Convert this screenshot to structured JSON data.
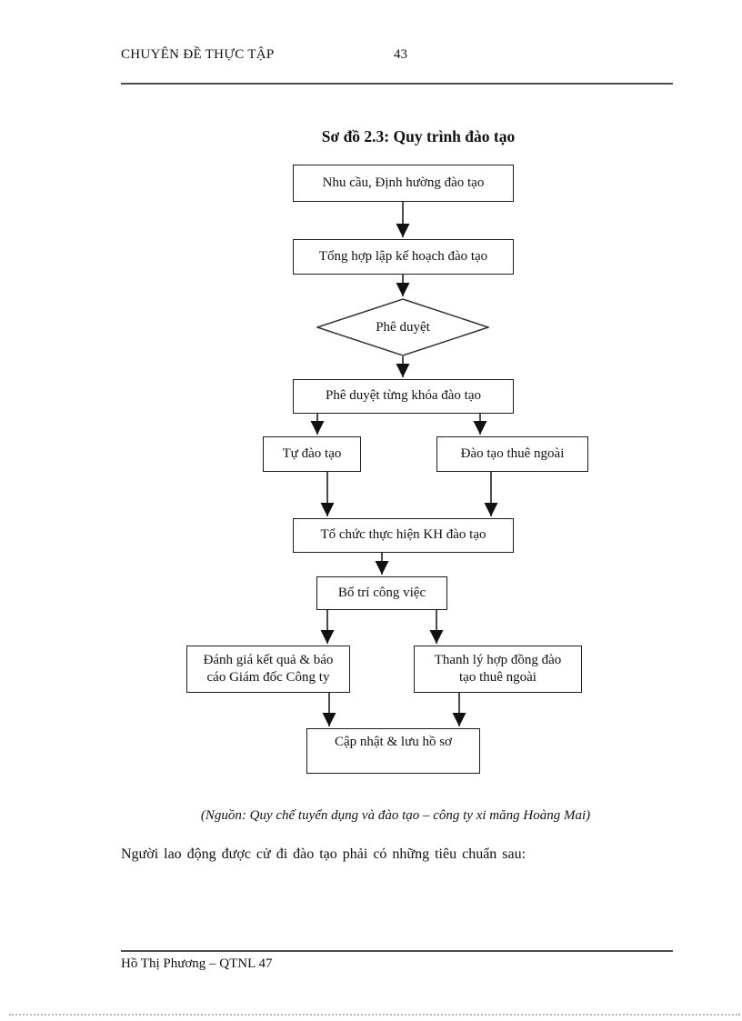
{
  "header": {
    "title": "CHUYÊN ĐỀ THỰC TẬP",
    "page_number": "43"
  },
  "figure_title": "Sơ đồ 2.3: Quy trình đào tạo",
  "flowchart": {
    "type": "flowchart",
    "nodes": [
      {
        "id": "nhu-cau",
        "shape": "process",
        "label": "Nhu cầu, Định hường đào tạo"
      },
      {
        "id": "tong-hop",
        "shape": "process",
        "label": "Tổng hợp lập kế hoạch đào tạo"
      },
      {
        "id": "phe-duyet",
        "shape": "decision",
        "label": "Phê duyệt"
      },
      {
        "id": "phe-duyet-khoa",
        "shape": "process",
        "label": "Phê duyệt từng khóa đào tạo"
      },
      {
        "id": "tu-dao-tao",
        "shape": "process",
        "label": "Tự đào tạo"
      },
      {
        "id": "dao-tao-thue-ngoai",
        "shape": "process",
        "label": "Đào tạo thuê ngoài"
      },
      {
        "id": "to-chuc",
        "shape": "process",
        "label": "Tổ chức thực hiện KH đào tạo"
      },
      {
        "id": "bo-tri",
        "shape": "process",
        "label": "Bố trí công việc"
      },
      {
        "id": "danh-gia",
        "shape": "process",
        "label": "Đánh giá kết quả & báo cáo Giám đốc Công ty"
      },
      {
        "id": "thanh-ly",
        "shape": "process",
        "label": "Thanh lý hợp đồng đào tạo thuê ngoài"
      },
      {
        "id": "cap-nhat",
        "shape": "process",
        "label": "Cập nhật & lưu hồ sơ"
      }
    ],
    "edges": [
      [
        "nhu-cau",
        "tong-hop"
      ],
      [
        "tong-hop",
        "phe-duyet"
      ],
      [
        "phe-duyet",
        "phe-duyet-khoa"
      ],
      [
        "phe-duyet-khoa",
        "tu-dao-tao"
      ],
      [
        "phe-duyet-khoa",
        "dao-tao-thue-ngoai"
      ],
      [
        "tu-dao-tao",
        "to-chuc"
      ],
      [
        "dao-tao-thue-ngoai",
        "to-chuc"
      ],
      [
        "to-chuc",
        "bo-tri"
      ],
      [
        "bo-tri",
        "danh-gia"
      ],
      [
        "bo-tri",
        "thanh-ly"
      ],
      [
        "danh-gia",
        "cap-nhat"
      ],
      [
        "thanh-ly",
        "cap-nhat"
      ]
    ]
  },
  "source_note": "(Nguồn: Quy chế tuyển dụng và đào tạo – công ty xi măng Hoàng Mai)",
  "body_text": "Người lao động được cử đi đào tạo phải có những tiêu chuẩn sau:",
  "footer": {
    "author": "Hồ Thị Phương – QTNL 47"
  }
}
